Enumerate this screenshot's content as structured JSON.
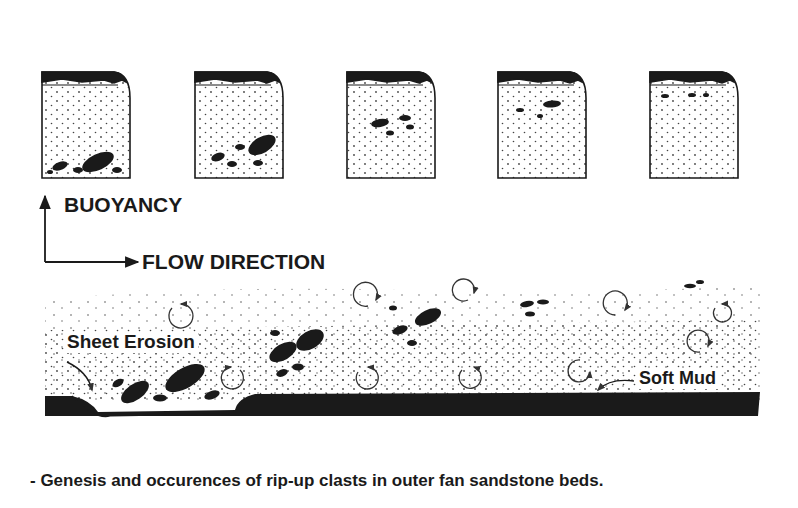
{
  "diagram": {
    "caption": "- Genesis and occurences of rip-up clasts in outer fan sandstone beds.",
    "labels": [
      "BUOYANCY",
      "FLOW DIRECTION",
      "Sheet Erosion",
      "Soft Mud"
    ]
  }
}
